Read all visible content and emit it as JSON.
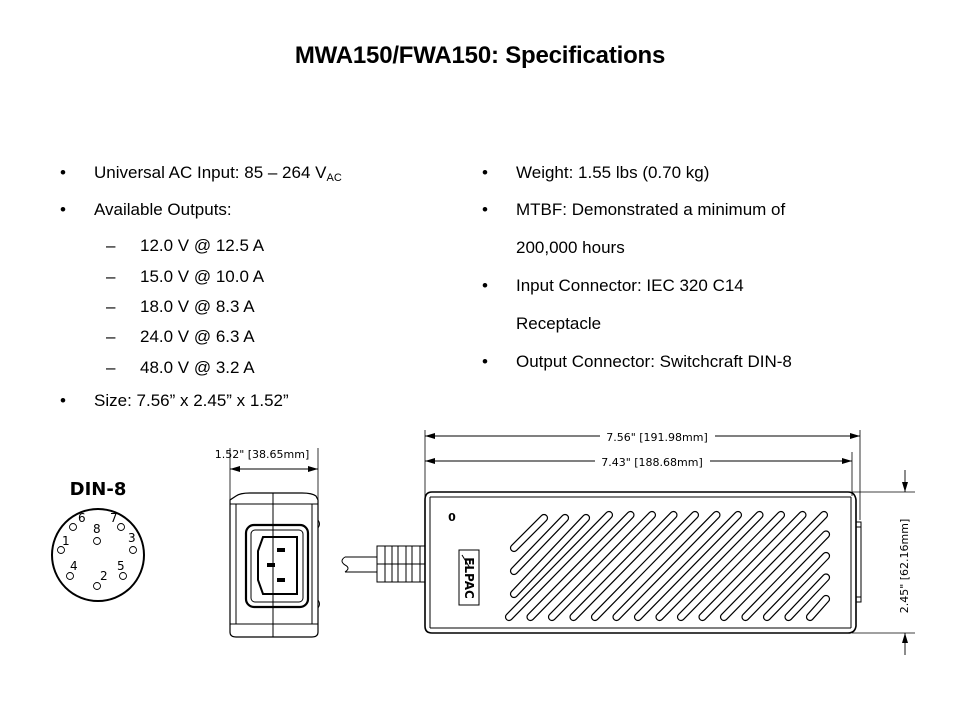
{
  "slide": {
    "title": "MWA150/FWA150: Specifications"
  },
  "left_column": {
    "input": {
      "label": "Universal AC Input: 85 – 264 V",
      "subscript": "AC"
    },
    "outputs_label": "Available Outputs:",
    "outputs": [
      "12.0 V @ 12.5 A",
      "15.0 V @ 10.0 A",
      "18.0 V @ 8.3 A",
      "24.0 V @ 6.3 A",
      "48.0 V @ 3.2 A"
    ],
    "size": "Size: 7.56” x 2.45” x 1.52”",
    "bullet_glyph": "•",
    "dash_glyph": "–"
  },
  "right_column": {
    "weight": "Weight: 1.55 lbs (0.70 kg)",
    "mtbf_line1": "MTBF: Demonstrated a minimum of",
    "mtbf_line2": "200,000 hours",
    "input_connector_line1": "Input Connector: IEC 320 C14",
    "input_connector_line2": "Receptacle",
    "output_connector": "Output Connector: Switchcraft DIN-8"
  },
  "diagram": {
    "din_label": "DIN-8",
    "din_pins": [
      "6",
      "7",
      "8",
      "1",
      "3",
      "4",
      "5",
      "2"
    ],
    "end_view_dim": "1.52\" [38.65mm]",
    "length_overall_dim": "7.56\" [191.98mm]",
    "length_body_dim": "7.43\" [188.68mm]",
    "height_dim": "2.45\" [62.16mm]",
    "brand_logo": "ELPAC",
    "power_symbol": "0"
  }
}
